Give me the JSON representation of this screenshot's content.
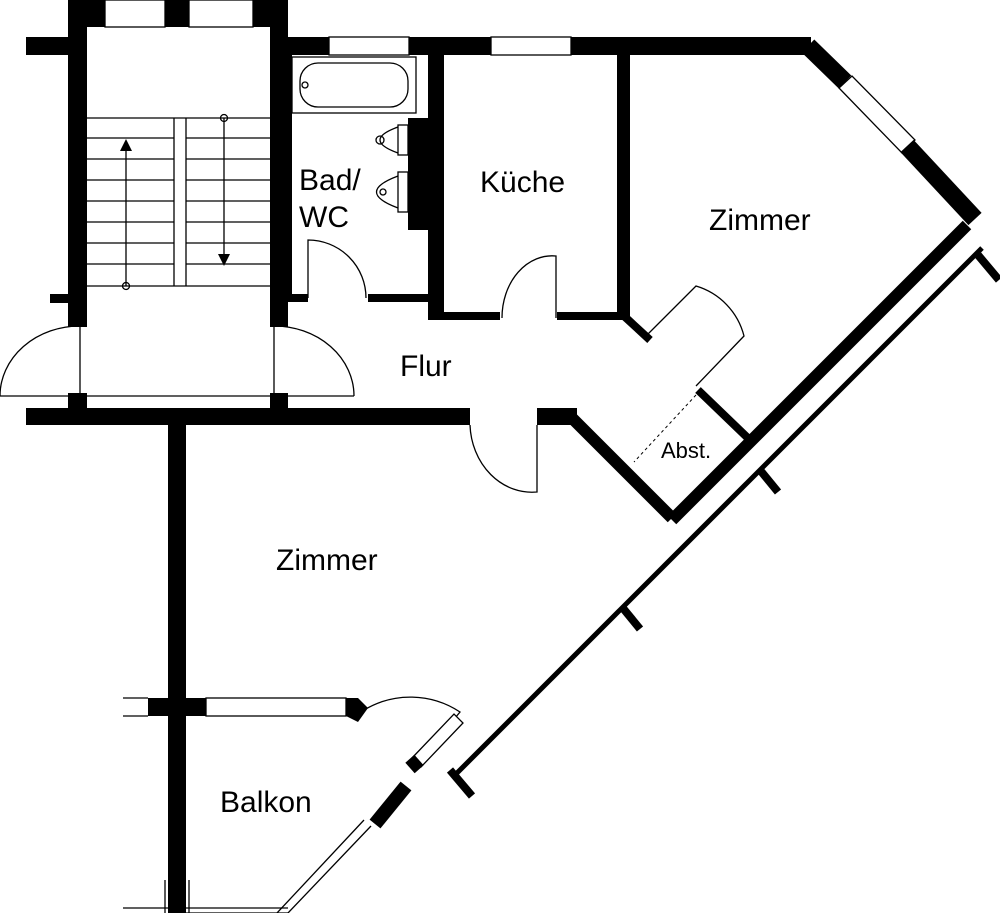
{
  "rooms": {
    "bad": {
      "line1": "Bad/",
      "line2": "WC"
    },
    "kueche": "Küche",
    "zimmer_oben": "Zimmer",
    "flur": "Flur",
    "abst": "Abst.",
    "zimmer_unten": "Zimmer",
    "balkon": "Balkon"
  },
  "colors": {
    "wall": "#000000",
    "background": "#ffffff"
  }
}
